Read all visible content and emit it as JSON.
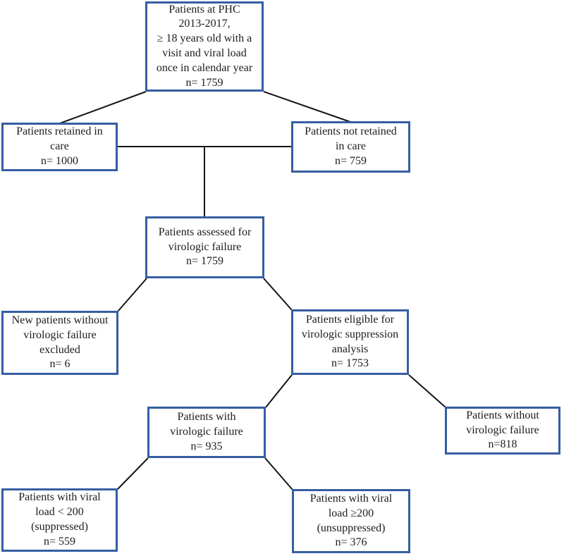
{
  "diagram": {
    "type": "flowchart",
    "box_border_color": "#355ea2",
    "connector_color": "#151515",
    "nodes": [
      {
        "id": "phc-patients",
        "text": "Patients at PHC\n2013-2017,\n≥ 18 years old with a\nvisit and viral load\nonce in calendar year\nn= 1759",
        "n": 1759
      },
      {
        "id": "retained-in-care",
        "text": "Patients retained in\ncare\nn= 1000",
        "n": 1000
      },
      {
        "id": "not-retained-in-care",
        "text": "Patients not retained\nin care\nn= 759",
        "n": 759
      },
      {
        "id": "assessed-virologic-failure",
        "text": "Patients assessed for\nvirologic failure\nn= 1759",
        "n": 1759
      },
      {
        "id": "new-patients-excluded",
        "text": "New patients without\nvirologic failure\nexcluded\nn= 6",
        "n": 6
      },
      {
        "id": "eligible-suppression-analysis",
        "text": "Patients eligible for\nvirologic suppression\nanalysis\nn= 1753",
        "n": 1753
      },
      {
        "id": "with-virologic-failure",
        "text": "Patients with\nvirologic failure\nn= 935",
        "n": 935
      },
      {
        "id": "without-virologic-failure",
        "text": "Patients without\nvirologic failure\nn=818",
        "n": 818
      },
      {
        "id": "viral-load-suppressed",
        "text": "Patients with viral\nload < 200\n(suppressed)\nn= 559",
        "n": 559
      },
      {
        "id": "viral-load-unsuppressed",
        "text": "Patients with viral\nload ≥200\n(unsuppressed)\nn= 376",
        "n": 376
      }
    ],
    "edges": [
      {
        "from": "phc-patients",
        "to": "retained-in-care"
      },
      {
        "from": "phc-patients",
        "to": "not-retained-in-care"
      },
      {
        "from": "retained-in-care",
        "to": "not-retained-in-care"
      },
      {
        "from": "retained-in-care-and-not-retained-junction",
        "to": "assessed-virologic-failure"
      },
      {
        "from": "assessed-virologic-failure",
        "to": "new-patients-excluded"
      },
      {
        "from": "assessed-virologic-failure",
        "to": "eligible-suppression-analysis"
      },
      {
        "from": "eligible-suppression-analysis",
        "to": "with-virologic-failure"
      },
      {
        "from": "eligible-suppression-analysis",
        "to": "without-virologic-failure"
      },
      {
        "from": "with-virologic-failure",
        "to": "viral-load-suppressed"
      },
      {
        "from": "with-virologic-failure",
        "to": "viral-load-unsuppressed"
      }
    ]
  }
}
